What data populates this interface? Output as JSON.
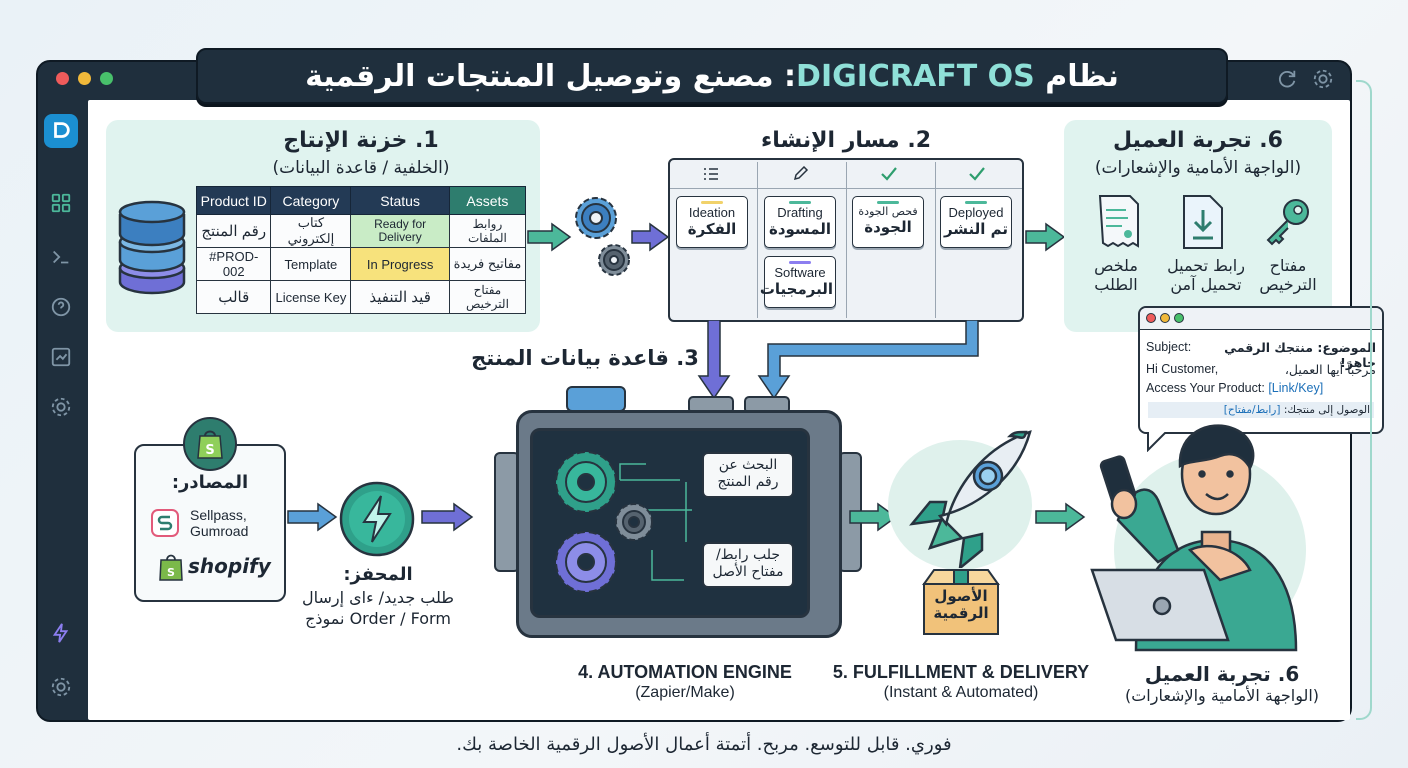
{
  "window": {
    "title_prefix": "نظام",
    "title_accent": "DIGICRAFT OS",
    "title_suffix": ": مصنع وتوصيل المنتجات الرقمية"
  },
  "sidebar": {
    "items": [
      "logo-icon",
      "grid-icon",
      "terminal-icon",
      "help-icon",
      "chart-icon",
      "gear-icon",
      "lightning-icon",
      "gear-icon"
    ]
  },
  "section1": {
    "title": "1. خزنة الإنتاج",
    "subtitle": "(الخلفية / قاعدة البيانات)",
    "table": {
      "headers": [
        "Product ID",
        "Category",
        "Status",
        "Assets"
      ],
      "rows": [
        [
          "رقم المنتج",
          "كتاب إلكتروني",
          "Ready for Delivery",
          "روابط الملفات"
        ],
        [
          "#PROD-002",
          "Template",
          "In Progress",
          "مفاتيح فريدة"
        ],
        [
          "قالب",
          "License Key",
          "قيد التنفيذ",
          "مفتاح الترخيص"
        ]
      ]
    }
  },
  "section2": {
    "title": "2. مسار الإنشاء",
    "columns": [
      {
        "en": "Ideation",
        "ar": "الفكرة"
      },
      {
        "en": "Drafting",
        "ar": "المسودة"
      },
      {
        "en": "فحص الجودة",
        "ar": "الجودة"
      },
      {
        "en": "Deployed",
        "ar": "تم النشر"
      }
    ],
    "extra_card": {
      "en": "Software",
      "ar": "البرمجيات"
    }
  },
  "section3": {
    "title": "3. قاعدة بيانات المنتج"
  },
  "section6_top": {
    "title": "6. تجربة العميل",
    "subtitle": "(الواجهة الأمامية والإشعارات)",
    "items": [
      {
        "icon": "receipt-icon",
        "line1": "ملخص",
        "line2": "الطلب"
      },
      {
        "icon": "download-icon",
        "line1": "رابط تحميل",
        "line2": "تحميل آمن"
      },
      {
        "icon": "key-icon",
        "line1": "مفتاح",
        "line2": "الترخيص"
      }
    ]
  },
  "email": {
    "line1_en": "Subject:",
    "line1_ar": "الموضوع: منتجك الرقمي جاهز!",
    "line2_en": "Hi Customer,",
    "line2_ar": "مرحباً أيها العميل،",
    "line3_en": "Access Your Product:",
    "line3_link": "[Link/Key]",
    "line4_ar": "الوصول إلى منتجك:",
    "line4_link": "[رابط/مفتاح]"
  },
  "sources": {
    "title": "المصادر:",
    "line1": "Sellpass,",
    "line2": "Gumroad",
    "shopify": "shopify"
  },
  "trigger": {
    "title": "المحفز:",
    "line1": "طلب جديد/ ‫ءاى إرسال",
    "line2": "‏Order / Form نموذج"
  },
  "engine": {
    "box1": "البحث عن رقم المنتج",
    "box2": "جلب رابط/ مفتاح الأصل",
    "title": "4. AUTOMATION ENGINE",
    "subtitle": "(Zapier/Make)"
  },
  "fulfillment": {
    "box_label": "الأصول الرقمية",
    "title": "5. FULFILLMENT & DELIVERY",
    "subtitle": "(Instant & Automated)"
  },
  "section6_bottom": {
    "title": "6. تجربة العميل",
    "subtitle": "(الواجهة الأمامية والإشعارات)"
  },
  "footer": {
    "tagline": "فوري. قابل للتوسع. مربح. أتمتة أعمال الأصول الرقمية الخاصة بك."
  },
  "colors": {
    "frame": "#1f2f3d",
    "accent_teal": "#2e7d6e",
    "panel_mint": "#e0f3ef",
    "arrow_teal": "#4cb89a",
    "arrow_purple": "#6f6fd6"
  }
}
